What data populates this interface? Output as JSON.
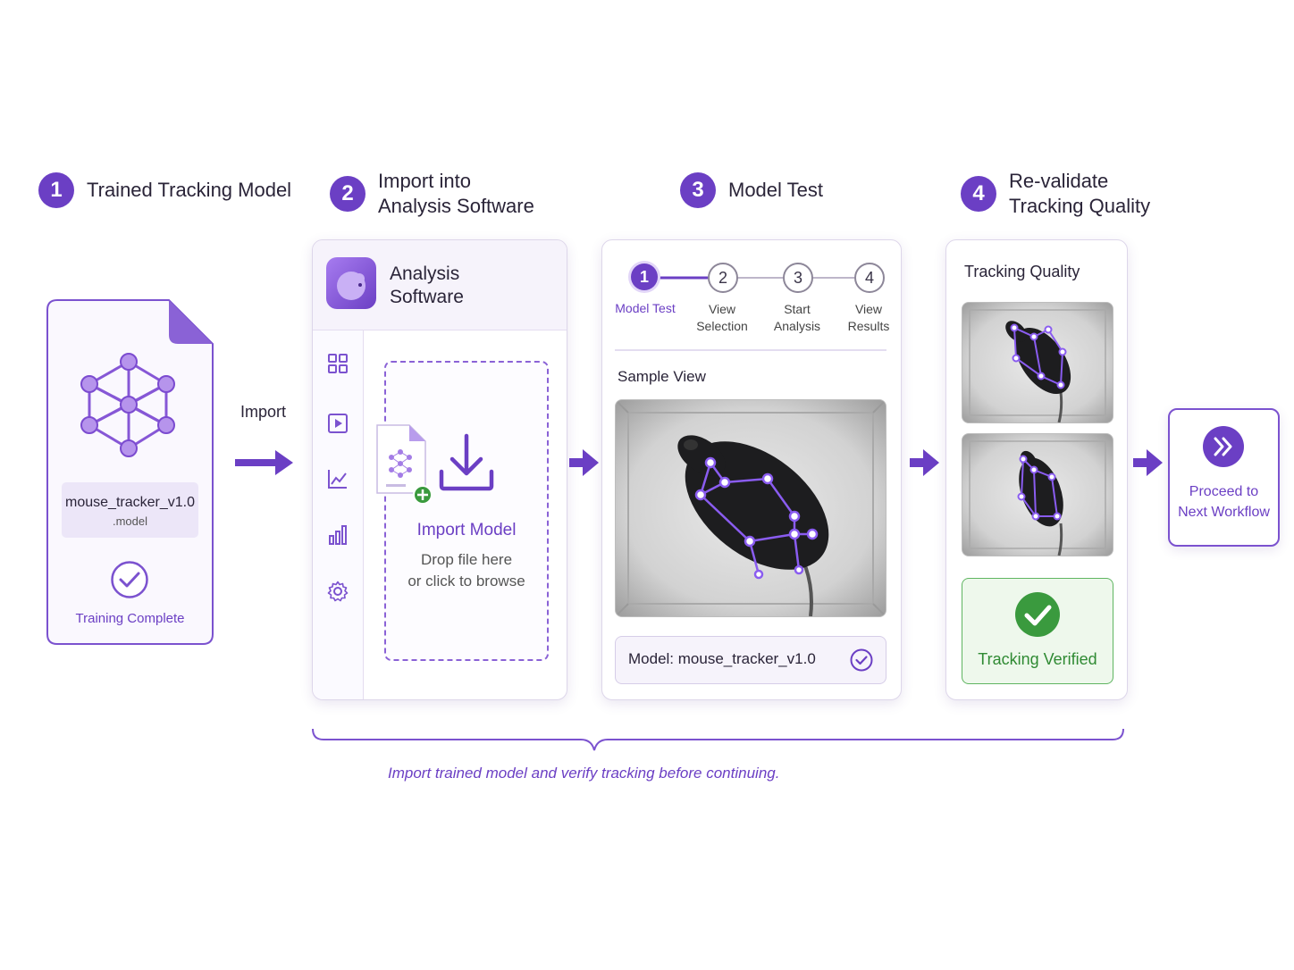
{
  "steps": [
    {
      "number": "1",
      "title_line1": "Trained Tracking Model",
      "title_line2": ""
    },
    {
      "number": "2",
      "title_line1": "Import into",
      "title_line2": "Analysis Software"
    },
    {
      "number": "3",
      "title_line1": "Model Test",
      "title_line2": ""
    },
    {
      "number": "4",
      "title_line1": "Re-validate",
      "title_line2": "Tracking Quality"
    }
  ],
  "model_file": {
    "filename": "mouse_tracker_v1.0",
    "extension": ".model",
    "status": "Training Complete",
    "icon": "neural-network-icon"
  },
  "import_arrow_label": "Import",
  "software": {
    "title_line1": "Analysis",
    "title_line2": "Software",
    "sidebar_icons": [
      "grid-icon",
      "play-icon",
      "line-chart-icon",
      "bar-chart-icon",
      "gear-icon"
    ],
    "dropzone": {
      "title": "Import Model",
      "line1": "Drop file here",
      "line2": "or click to browse"
    }
  },
  "model_test": {
    "stepper": [
      {
        "num": "1",
        "line1": "Model Test",
        "line2": "",
        "active": true
      },
      {
        "num": "2",
        "line1": "View",
        "line2": "Selection",
        "active": false
      },
      {
        "num": "3",
        "line1": "Start",
        "line2": "Analysis",
        "active": false
      },
      {
        "num": "4",
        "line1": "View",
        "line2": "Results",
        "active": false
      }
    ],
    "sample_view_label": "Sample View",
    "model_label": "Model: mouse_tracker_v1.0"
  },
  "revalidate": {
    "title": "Tracking Quality",
    "verified_label": "Tracking Verified"
  },
  "proceed": {
    "line1": "Proceed to",
    "line2": "Next Workflow"
  },
  "footer_caption": "Import trained model and verify tracking before continuing.",
  "colors": {
    "accent": "#6b3fc4",
    "accent_light": "#efe9fa",
    "success": "#3a9a3e",
    "success_bg": "#eef8ec"
  }
}
